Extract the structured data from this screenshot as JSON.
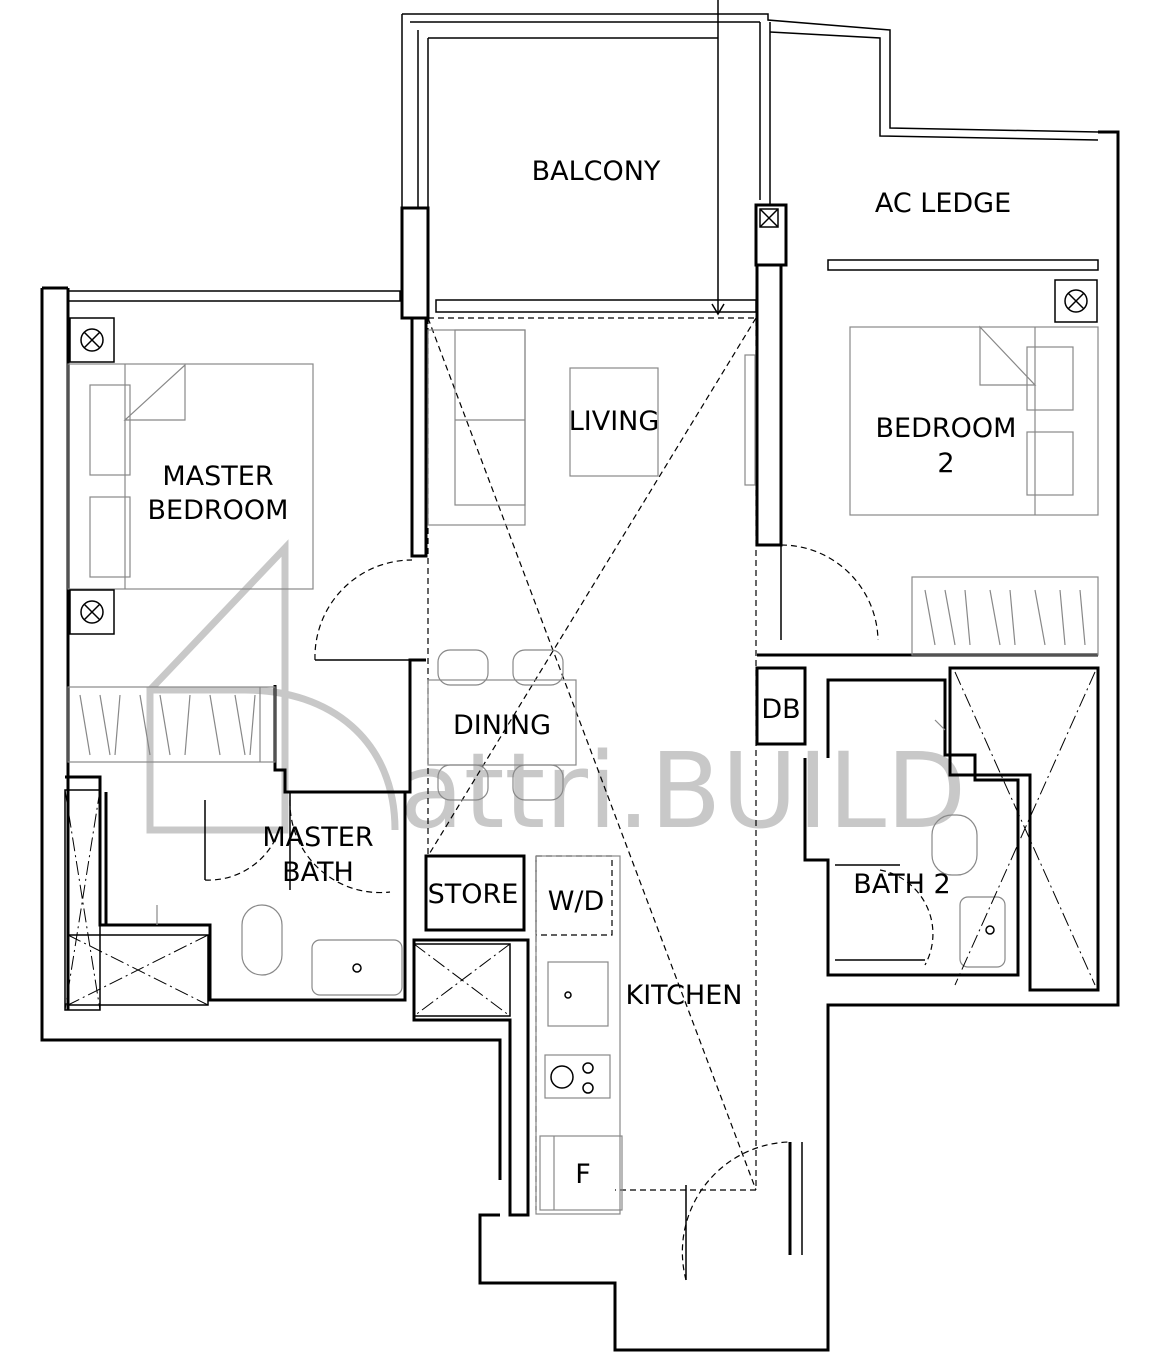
{
  "watermark": {
    "text": "attri.BUILD"
  },
  "rooms": {
    "balcony": "BALCONY",
    "ac_ledge": "AC LEDGE",
    "living": "LIVING",
    "master_bedroom_line1": "MASTER",
    "master_bedroom_line2": "BEDROOM",
    "bedroom2_line1": "BEDROOM",
    "bedroom2_line2": "2",
    "dining": "DINING",
    "db": "DB",
    "master_bath_line1": "MASTER",
    "master_bath_line2": "BATH",
    "store": "STORE",
    "wd": "W/D",
    "kitchen": "KITCHEN",
    "bath2": "BATH 2",
    "fridge": "F"
  },
  "colors": {
    "ink": "#000000",
    "furniture": "#888888",
    "watermark": "#c8c8c8",
    "background": "#ffffff"
  }
}
